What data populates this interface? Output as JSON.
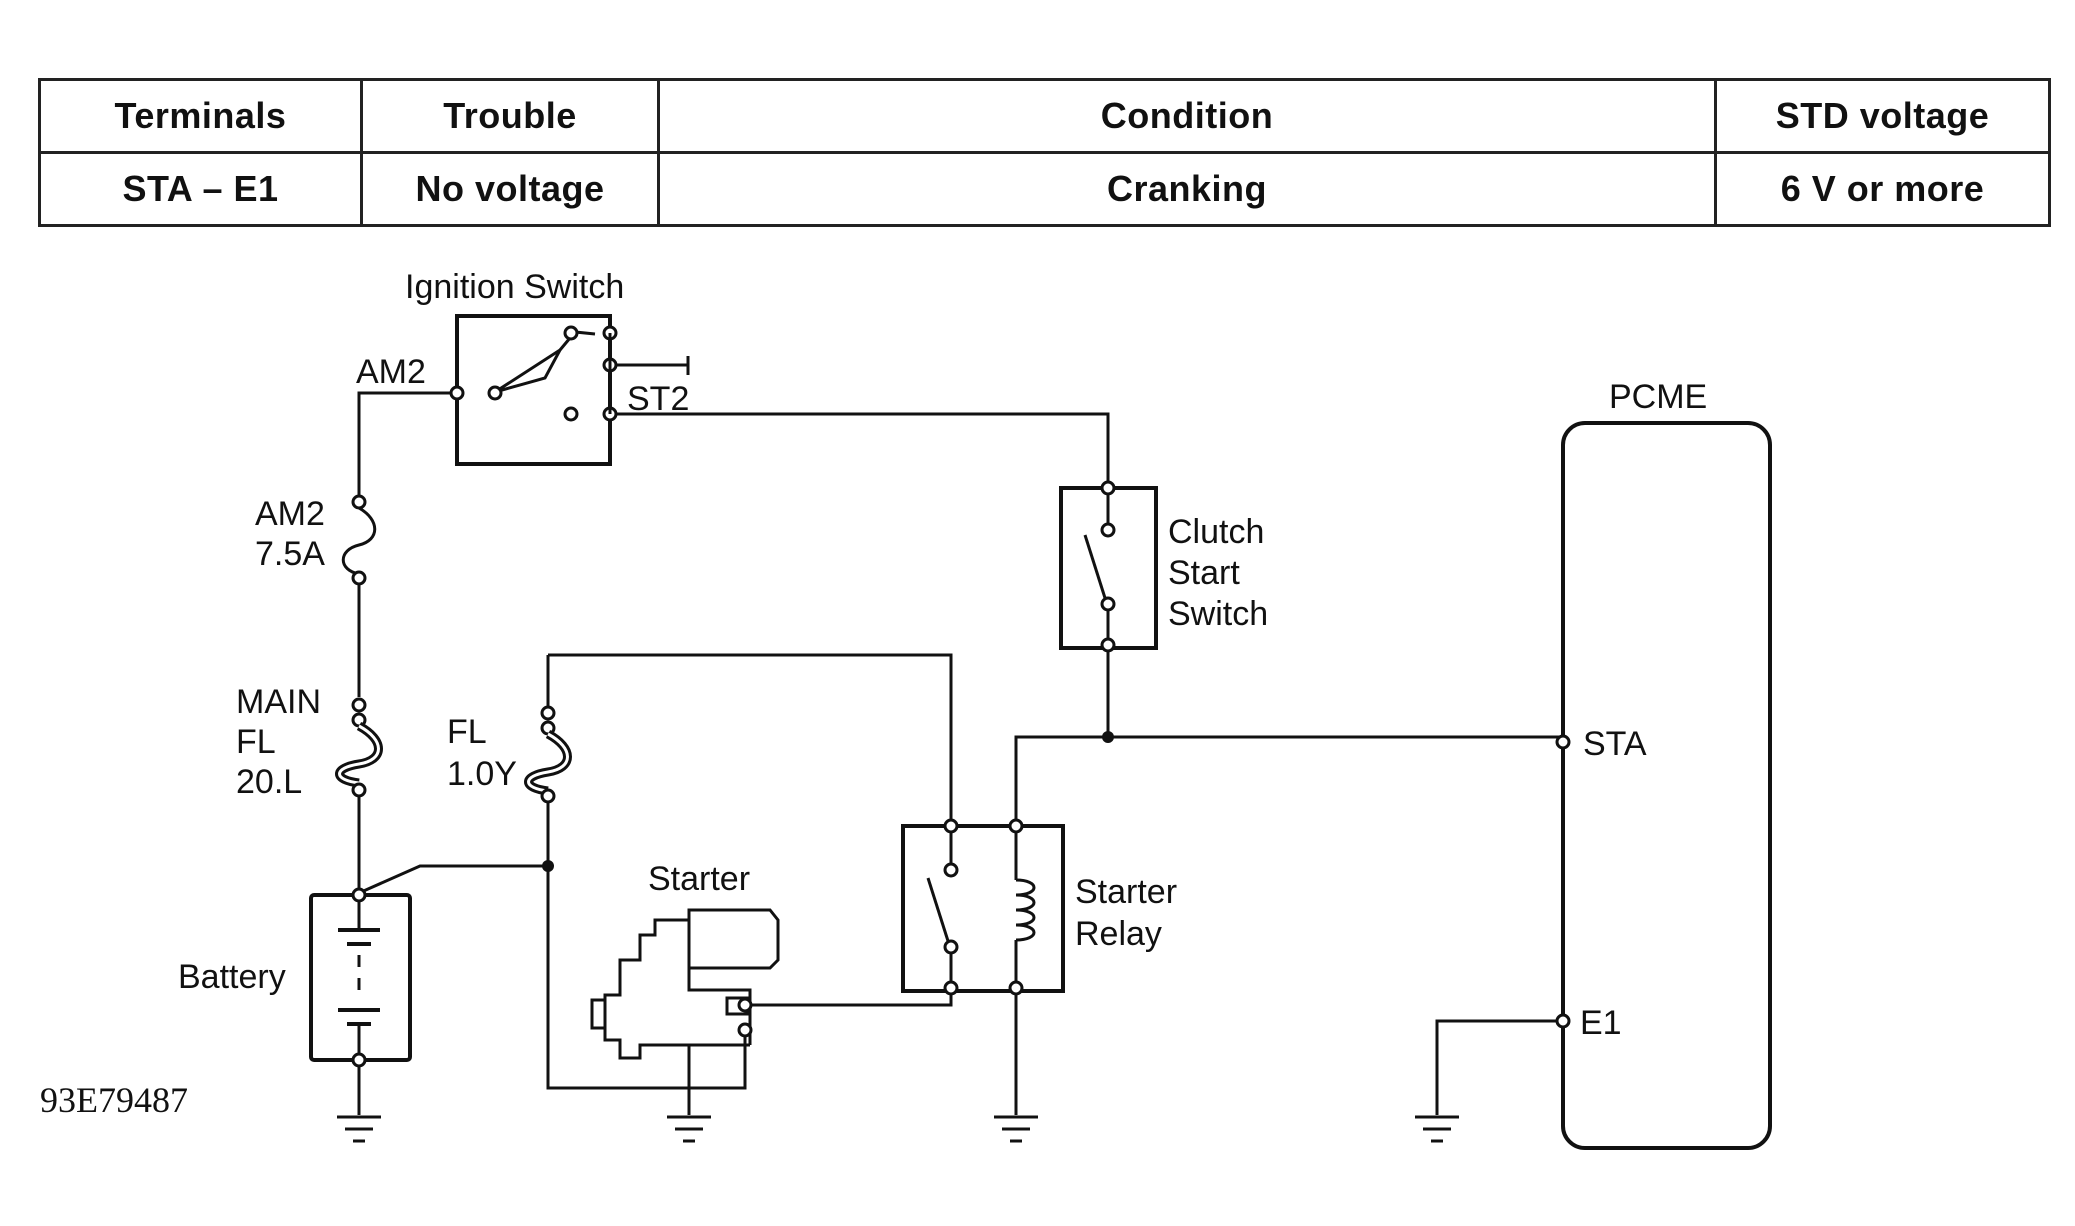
{
  "table": {
    "headers": [
      "Terminals",
      "Trouble",
      "Condition",
      "STD voltage"
    ],
    "rows": [
      [
        "STA – E1",
        "No voltage",
        "Cranking",
        "6 V or more"
      ]
    ]
  },
  "labels": {
    "ignition_switch": "Ignition Switch",
    "am2_terminal": "AM2",
    "st2_terminal": "ST2",
    "am2_fuse_name": "AM2",
    "am2_fuse_rating": "7.5A",
    "main_fl_line1": "MAIN",
    "main_fl_line2": "FL",
    "main_fl_line3": "20.L",
    "fl_line1": "FL",
    "fl_line2": "1.0Y",
    "battery": "Battery",
    "starter": "Starter",
    "starter_relay_line1": "Starter",
    "starter_relay_line2": "Relay",
    "clutch_line1": "Clutch",
    "clutch_line2": "Start",
    "clutch_line3": "Switch",
    "pcme": "PCME",
    "sta_terminal": "STA",
    "e1_terminal": "E1",
    "figure_code": "93E79487"
  }
}
